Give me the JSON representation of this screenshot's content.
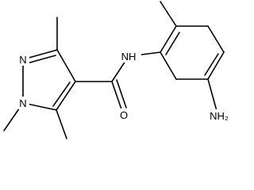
{
  "colors": {
    "background": "#ffffff",
    "bond": "#000000",
    "text": "#000000"
  },
  "labels": {
    "ring_nitrogen_1": "N",
    "ring_nitrogen_2": "N",
    "amide_nitrogen": "NH",
    "carbonyl_oxygen": "O",
    "amino_group": "NH₂"
  }
}
